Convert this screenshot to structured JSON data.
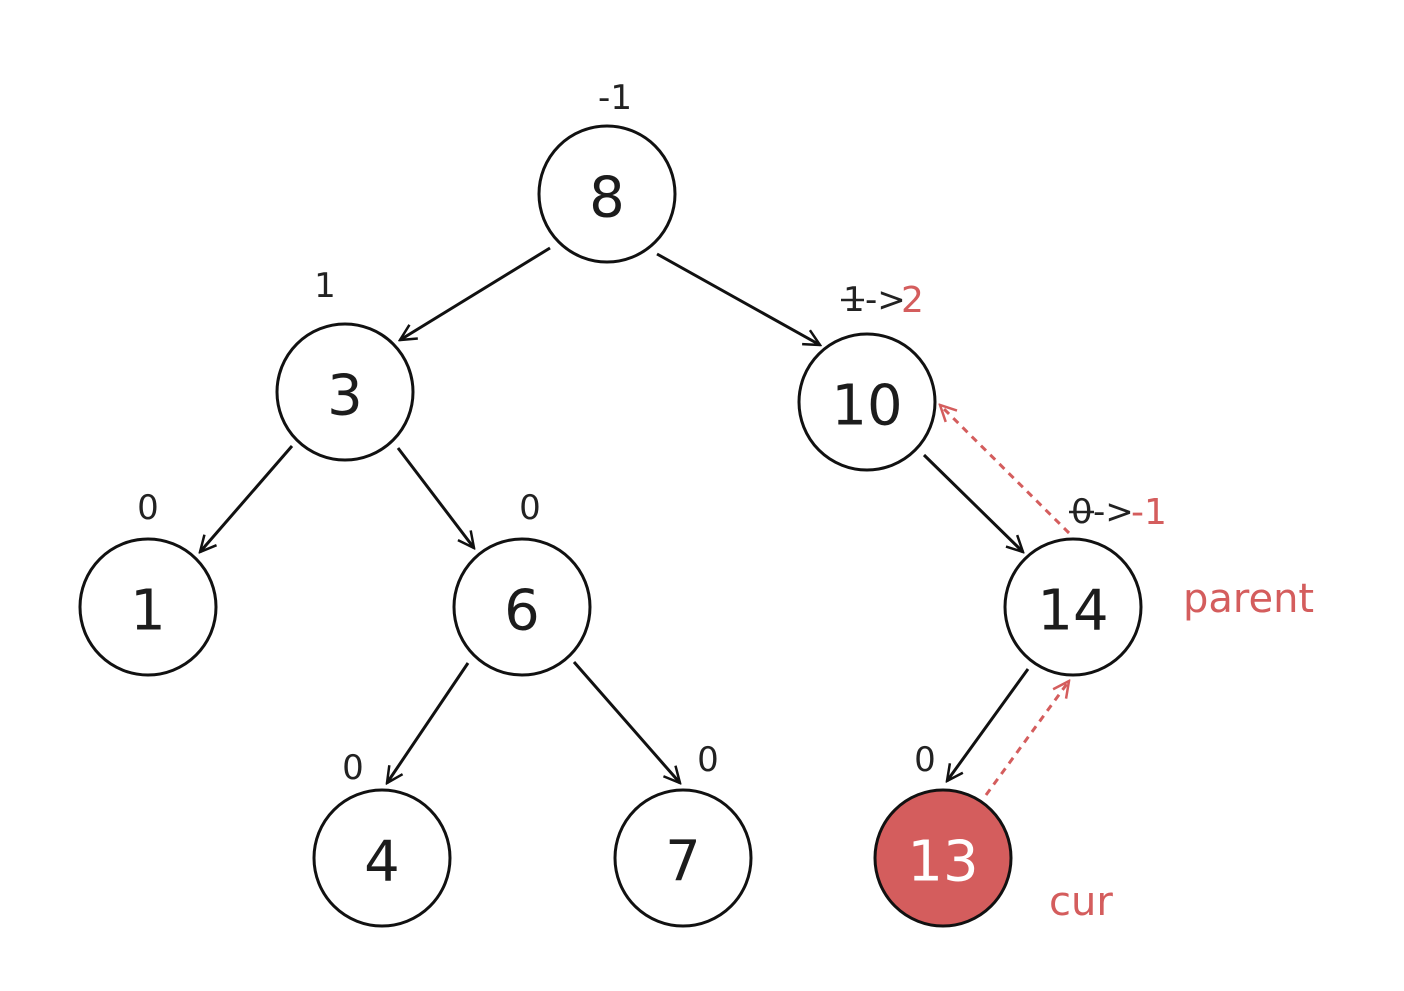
{
  "colors": {
    "accent": "#d45d5d",
    "stroke": "#111111",
    "text": "#1c1c1c"
  },
  "tree": {
    "nodes": [
      {
        "id": "n8",
        "label": "8",
        "balance": "-1"
      },
      {
        "id": "n3",
        "label": "3",
        "balance": "1"
      },
      {
        "id": "n10",
        "label": "10",
        "balance_old": "1",
        "balance_arrow": "->",
        "balance_new": "2"
      },
      {
        "id": "n1",
        "label": "1",
        "balance": "0"
      },
      {
        "id": "n6",
        "label": "6",
        "balance": "0"
      },
      {
        "id": "n14",
        "label": "14",
        "balance_old": "0",
        "balance_arrow": "->",
        "balance_new": "-1"
      },
      {
        "id": "n4",
        "label": "4",
        "balance": "0"
      },
      {
        "id": "n7",
        "label": "7",
        "balance": "0"
      },
      {
        "id": "n13",
        "label": "13",
        "balance": "0",
        "highlight": true
      }
    ],
    "edges": [
      {
        "from": "n8",
        "to": "n3"
      },
      {
        "from": "n8",
        "to": "n10"
      },
      {
        "from": "n3",
        "to": "n1"
      },
      {
        "from": "n3",
        "to": "n6"
      },
      {
        "from": "n6",
        "to": "n4"
      },
      {
        "from": "n6",
        "to": "n7"
      },
      {
        "from": "n10",
        "to": "n14"
      },
      {
        "from": "n14",
        "to": "n13"
      }
    ],
    "update_path": [
      {
        "from": "n13",
        "to": "n14"
      },
      {
        "from": "n14",
        "to": "n10"
      }
    ]
  },
  "pointers": {
    "parent": "parent",
    "cur": "cur"
  }
}
